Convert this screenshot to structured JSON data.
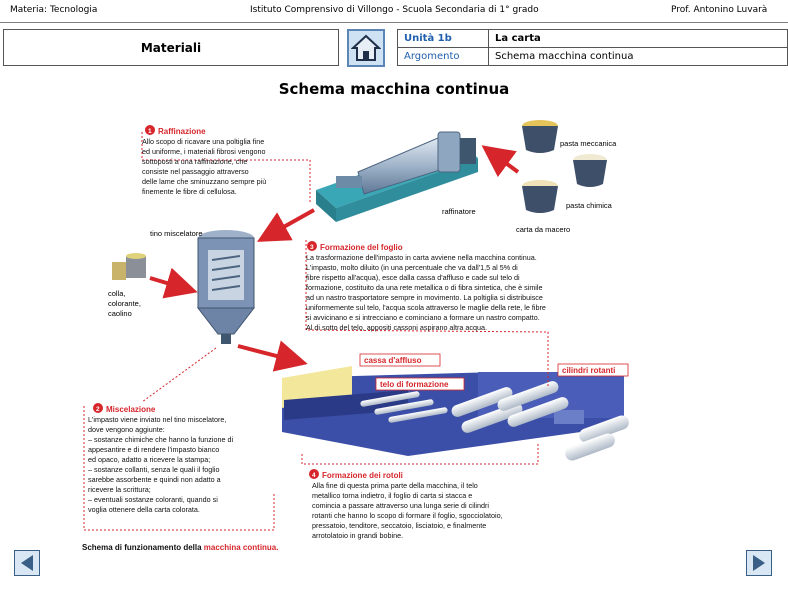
{
  "header": {
    "subject": "Materia: Tecnologia",
    "school": "Istituto  Comprensivo di Villongo - Scuola Secondaria di 1° grado",
    "teacher": "Prof. Antonino Luvarà"
  },
  "section": {
    "title": "Materiali"
  },
  "unit": {
    "label": "Unità 1b",
    "name": "La carta",
    "topic_label": "Argomento",
    "topic": "Schema macchina continua"
  },
  "page_title": "Schema macchina continua",
  "illustration": {
    "step1_title": "Raffinazione",
    "step1_text": [
      "Allo scopo di ricavare una poltiglia fine",
      "ed uniforme, i materiali fibrosi vengono",
      "sottoposti a una raffinazione, che",
      "consiste nel passaggio attraverso",
      "delle lame che sminuzzano sempre più",
      "finemente le fibre di cellulosa."
    ],
    "step2_title": "Miscelazione",
    "step2_text": [
      "L'impasto viene inviato nel tino miscelatore,",
      "dove vengono aggiunte:",
      "– sostanze chimiche che hanno la funzione di",
      "   appesantire e di rendere l'impasto bianco",
      "   ed opaco, adatto a ricevere la stampa;",
      "– sostanze collanti, senza le quali il foglio",
      "   sarebbe assorbente e quindi non adatto a",
      "   ricevere la scrittura;",
      "– eventuali sostanze coloranti, quando si",
      "   voglia ottenere della carta colorata."
    ],
    "step3_title": "Formazione del foglio",
    "step3_text": [
      "La trasformazione dell'impasto in carta avviene nella macchina continua.",
      "L'impasto, molto diluito (in una percentuale che va dall'1,5 al 5% di",
      "fibre rispetto all'acqua), esce dalla cassa d'affluso e cade sul telo di",
      "formazione, costituito da una rete metallica o di fibra sintetica, che è simile",
      "ad un nastro trasportatore sempre in movimento. La poltiglia si distribuisce",
      "uniformemente sul telo, l'acqua scola attraverso le maglie della rete, le fibre",
      "si avvicinano e si intrecciano e cominciano a formare un nastro compatto.",
      "Al di sotto del telo, appositi cassoni aspirano altra acqua."
    ],
    "step4_title": "Formazione dei rotoli",
    "step4_text": [
      "Alla fine di questa prima parte della macchina, il telo",
      "metallico torna indietro, il foglio di carta si stacca e",
      "comincia a passare attraverso una lunga serie di cilindri",
      "rotanti che hanno lo scopo di formare il foglio, sgocciolatoio,",
      "pressatoio, tenditore, seccatoio, lisciatoio, e finalmente",
      "arrotolatoio in grandi bobine."
    ],
    "labels": {
      "raffinatore": "raffinatore",
      "pasta_meccanica": "pasta meccanica",
      "pasta_chimica": "pasta chimica",
      "carta_macero": "carta da macero",
      "tino": "tino miscelatore",
      "colla": [
        "colla,",
        "colorante,",
        "caolino"
      ],
      "cassa": "cassa d'affluso",
      "telo": "telo di formazione",
      "cilindri": "cilindri rotanti"
    },
    "caption_prefix": "Schema di funzionamento della ",
    "caption_bold": "macchina continua."
  },
  "nav": {
    "prev": "previous-slide",
    "next": "next-slide"
  },
  "colors": {
    "accent": "#1f5fae",
    "red": "#d6262b",
    "machine_blue": "#3c4fa8",
    "vat_blue": "#7c93b5"
  }
}
